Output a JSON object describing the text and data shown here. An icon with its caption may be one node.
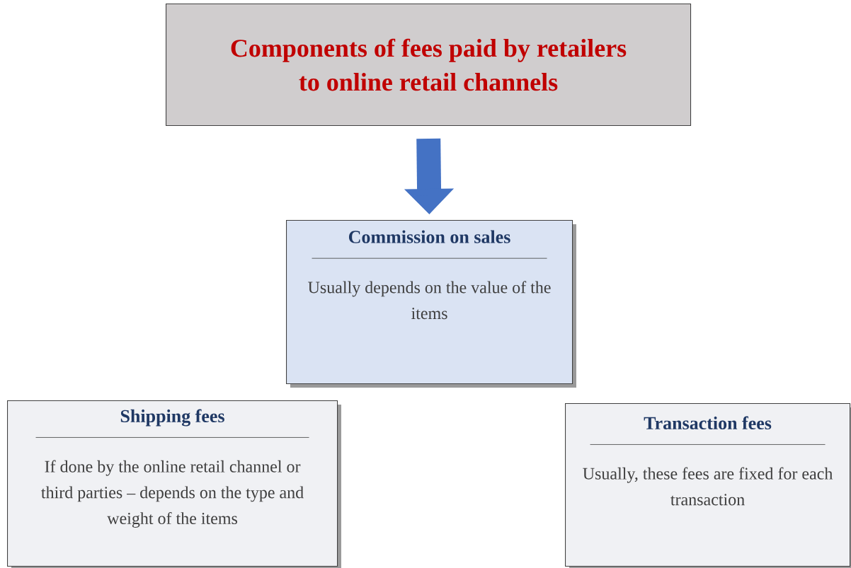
{
  "diagram": {
    "nodes": [
      {
        "text": [
          "Components of fees paid by retailers to online retail channels"
        ]
      },
      {
        "text": [
          "Commission on sales",
          "Usually depends on the value of the items"
        ]
      },
      {
        "text": [
          "Shipping fees",
          "If done by the online retail channel or third parties – depends on the type and weight of the items"
        ]
      },
      {
        "text": [
          "Transaction fees",
          "Usually, these fees are fixed for each transaction"
        ]
      }
    ],
    "edges": [
      {
        "from": 0,
        "to": 1,
        "arrow": "to"
      }
    ]
  }
}
